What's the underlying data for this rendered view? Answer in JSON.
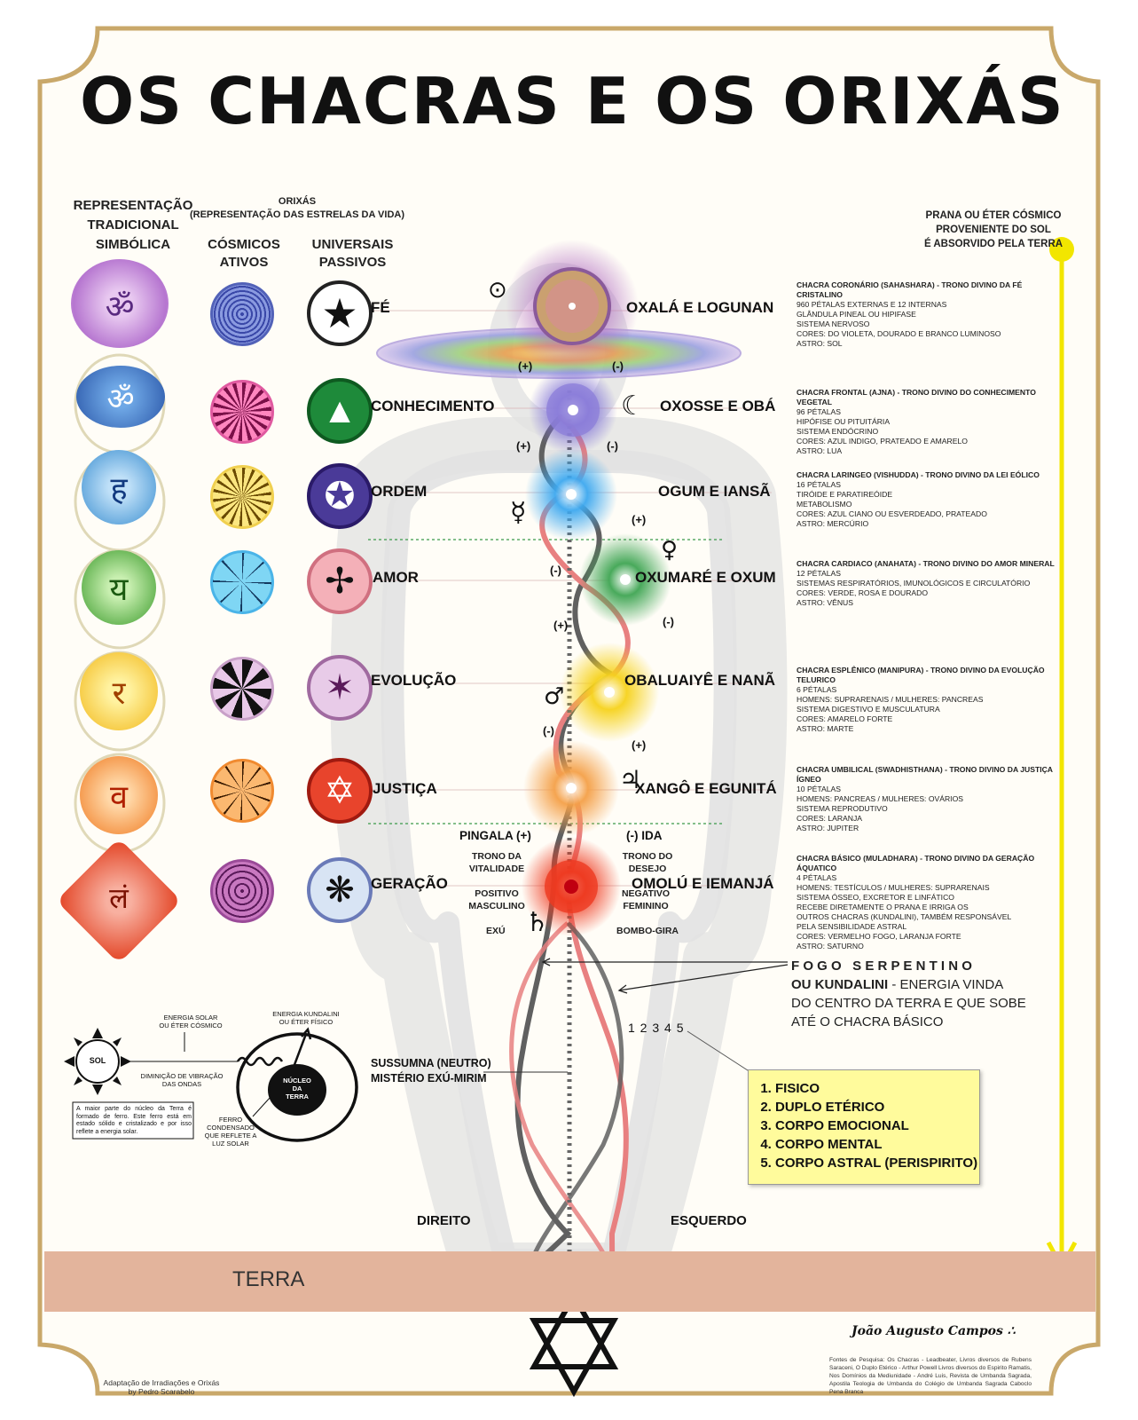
{
  "title": "OS CHACRAS E OS ORIXÁS",
  "headers": {
    "symbolic": [
      "REPRESENTAÇÃO",
      "TRADICIONAL",
      "SIMBÓLICA"
    ],
    "orixas": "ORIXÁS",
    "orixas_sub": "(REPRESENTAÇÃO DAS ESTRELAS DA VIDA)",
    "cosmic": [
      "CÓSMICOS",
      "ATIVOS"
    ],
    "universal": [
      "UNIVERSAIS",
      "PASSIVOS"
    ],
    "prana": [
      "PRANA OU ÉTER CÓSMICO",
      "PROVENIENTE DO SOL",
      "É ABSORVIDO PELA TERRA"
    ]
  },
  "rows": [
    {
      "virtue": "FÉ",
      "orixa": "OXALÁ E LOGUNAN",
      "planet": "⊙",
      "color": "#a84fb0",
      "info_title": "CHACRA CORONÁRIO (SAHASHARA) - TRONO DIVINO DA FÉ CRISTALINO",
      "info_lines": [
        "960 PÉTALAS EXTERNAS E 12 INTERNAS",
        "GLÂNDULA PINEAL OU HIPIFASE",
        "SISTEMA NERVOSO",
        "CORES: DO VIOLETA, DOURADO E BRANCO LUMINOSO",
        "ASTRO: SOL"
      ]
    },
    {
      "virtue": "CONHECIMENTO",
      "orixa": "OXOSSE E OBÁ",
      "planet": "☾",
      "color": "#5b5fc7",
      "info_title": "CHACRA FRONTAL (AJNA) - TRONO DIVINO DO CONHECIMENTO VEGETAL",
      "info_lines": [
        "96 PÉTALAS",
        "HIPÓFISE OU PITUITÁRIA",
        "SISTEMA ENDÓCRINO",
        "CORES: AZUL INDIGO, PRATEADO E AMARELO",
        "ASTRO: LUA"
      ]
    },
    {
      "virtue": "ORDEM",
      "orixa": "OGUM E IANSÃ",
      "planet": "☿",
      "color": "#2f8fe0",
      "info_title": "CHACRA LARINGEO (VISHUDDA) - TRONO DIVINO DA LEI EÓLICO",
      "info_lines": [
        "16 PÉTALAS",
        "TIRÓIDE E PARATIREÓIDE",
        "METABOLISMO",
        "CORES: AZUL CIANO OU ESVERDEADO, PRATEADO",
        "ASTRO: MERCÚRIO"
      ]
    },
    {
      "virtue": "AMOR",
      "orixa": "OXUMARÉ E OXUM",
      "planet": "♀",
      "color": "#3aa845",
      "info_title": "CHACRA CARDIACO (ANAHATA) - TRONO DIVINO DO AMOR MINERAL",
      "info_lines": [
        "12 PÉTALAS",
        "SISTEMAS RESPIRATÓRIOS, IMUNOLÓGICOS E CIRCULATÓRIO",
        "CORES: VERDE, ROSA E DOURADO",
        "ASTRO: VÊNUS"
      ]
    },
    {
      "virtue": "EVOLUÇÃO",
      "orixa": "OBALUAIYÊ E NANÃ",
      "planet": "♂",
      "color": "#f5c518",
      "info_title": "CHACRA ESPLÊNICO (MANIPURA) - TRONO DIVINO DA EVOLUÇÃO TELURICO",
      "info_lines": [
        "6 PÉTALAS",
        "HOMENS: SUPRARENAIS / MULHERES: PANCREAS",
        "SISTEMA DIGESTIVO E MUSCULATURA",
        "CORES: AMARELO FORTE",
        "ASTRO: MARTE"
      ]
    },
    {
      "virtue": "JUSTIÇA",
      "orixa": "XANGÔ E EGUNITÁ",
      "planet": "♃",
      "color": "#f39a3c",
      "info_title": "CHACRA UMBILICAL (SWADHISTHANA) - TRONO DIVINO DA JUSTIÇA ÍGNEO",
      "info_lines": [
        "10 PÉTALAS",
        "HOMENS: PANCREAS / MULHERES: OVÁRIOS",
        "SISTEMA REPRODUTIVO",
        "CORES: LARANJA",
        "ASTRO: JUPITER"
      ]
    },
    {
      "virtue": "GERAÇÃO",
      "orixa": "OMOLÚ E IEMANJÁ",
      "planet": "♄",
      "color": "#e8391f",
      "info_title": "CHACRA BÁSICO (MULADHARA) - TRONO DIVINO DA GERAÇÃO ÁQUATICO",
      "info_lines": [
        "4 PÉTALAS",
        "HOMENS: TESTÍCULOS / MULHERES: SUPRARENAIS",
        "SISTEMA ÓSSEO, EXCRETOR E LINFÁTICO",
        "RECEBE DIRETAMENTE O PRANA E IRRIGA OS",
        "OUTROS CHACRAS (KUNDALINI), TAMBÉM RESPONSÁVEL",
        "PELA SENSIBILIDADE ASTRAL",
        "CORES: VERMELHO FOGO, LARANJA FORTE",
        "ASTRO: SATURNO"
      ]
    }
  ],
  "symbol_glyphs": [
    "ॐ",
    "ॐ",
    "ह",
    "य",
    "र",
    "व",
    "लं"
  ],
  "polarity": {
    "plus": "(+)",
    "minus": "(-)"
  },
  "channels": {
    "pingala": "PINGALA (+)",
    "ida": "(-) IDA",
    "trono_vitalidade": [
      "TRONO DA",
      "VITALIDADE"
    ],
    "trono_desejo": [
      "TRONO DO",
      "DESEJO"
    ],
    "positivo": [
      "POSITIVO",
      "MASCULINO"
    ],
    "negativo": [
      "NEGATIVO",
      "FEMININO"
    ],
    "exu": "EXÚ",
    "bombogira": "BOMBO-GIRA",
    "sussumna": [
      "SUSSUMNA (NEUTRO)",
      "MISTÉRIO EXÚ-MIRIM"
    ],
    "direito": "DIREITO",
    "esquerdo": "ESQUERDO"
  },
  "kundalini": {
    "line1": "F O G O   S E R P E N T I N O",
    "line2_bold": "OU KUNDALINI",
    "line2_rest": " - ENERGIA VINDA",
    "line3": "DO CENTRO DA TERRA E QUE SOBE",
    "line4": "ATÉ O CHACRA BÁSICO"
  },
  "bodies_numbers": "1 2 3 4 5",
  "bodies": [
    "FISICO",
    "DUPLO ETÉRICO",
    "CORPO EMOCIONAL",
    "CORPO MENTAL",
    "CORPO ASTRAL (PERISPIRITO)"
  ],
  "earth_diagram": {
    "sol": "SOL",
    "energia_solar": [
      "ENERGIA SOLAR",
      "OU ÉTER CÓSMICO"
    ],
    "energia_kundalini": [
      "ENERGIA KUNDALINI",
      "OU ÉTER FÍSICO"
    ],
    "diminicao": [
      "DIMINIÇÃO DE VIBRAÇÃO",
      "DAS ONDAS"
    ],
    "nucleo": [
      "NÚCLEO",
      "DA",
      "TERRA"
    ],
    "ferro": [
      "FERRO",
      "CONDENSADO",
      "QUE REFLETE A",
      "LUZ SOLAR"
    ],
    "note": "A maior parte do núcleo da Terra é formado de ferro. Este ferro está em estado sólido e cristalizado e por isso reflete a energia solar."
  },
  "terra": "TERRA",
  "author": "João Augusto Campos ∴",
  "sources": "Fontes de Pesquisa: Os Chacras - Leadbeater, Livros diversos de Rubens Saraceni, O Duplo Etérico - Arthur Powell Livros diversos do Espirito Ramatis, Nos Domínios da Mediunidade - André Luis, Revista de Umbanda Sagrada, Apostila Teologia de Umbanda do Colégio de Umbanda Sagrada Caboclo Pena Branca",
  "adaptation": [
    "Adaptação de Irradiações e Orixás",
    "by Pedro Scarabelo"
  ],
  "colors": {
    "frame": "#c9a86a",
    "prana_arrow": "#f2e600",
    "pingala": "#555555",
    "ida": "#e88080",
    "terra": "#e3b49c"
  }
}
